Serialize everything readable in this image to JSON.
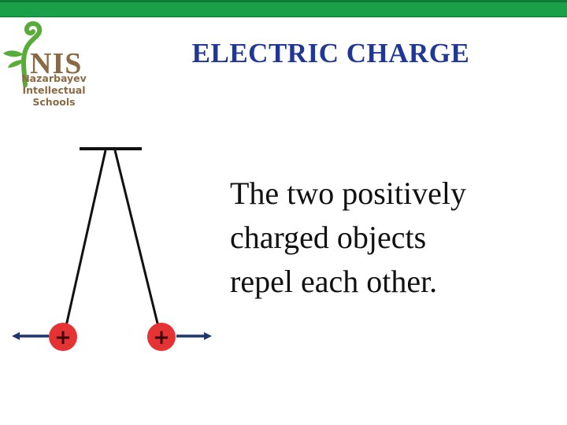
{
  "header": {
    "accent_color": "#1aa048"
  },
  "logo": {
    "letters": "NIS",
    "lines": [
      "Nazarbayev",
      "Intellectual",
      "Schools"
    ],
    "green": "#5aac3a",
    "brown": "#8a6a44"
  },
  "slide": {
    "title": "ELECTRIC CHARGE",
    "title_color": "#1f3896",
    "body_lines": [
      "The two positively",
      "charged objects",
      "repel each other."
    ]
  },
  "diagram": {
    "charges": [
      {
        "symbol": "+",
        "color": "#e53232",
        "force_direction": "left"
      },
      {
        "symbol": "+",
        "color": "#e53232",
        "force_direction": "right"
      }
    ],
    "arrow_color": "#1f3570"
  }
}
